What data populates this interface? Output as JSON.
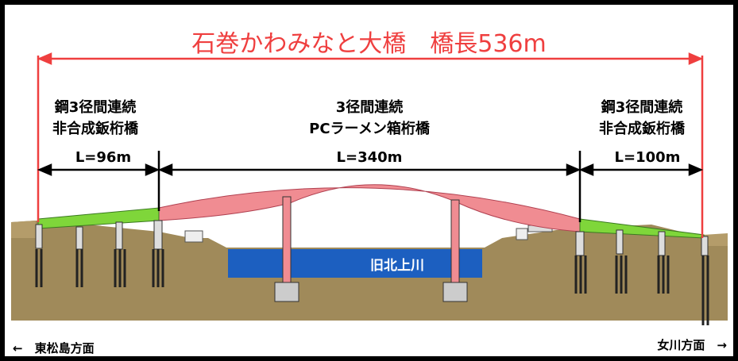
{
  "title": "石巻かわみなと大橋　橋長536m",
  "sections": {
    "left": {
      "line1": "鋼3径間連続",
      "line2": "非合成鈑桁橋",
      "length": "L=96m"
    },
    "middle": {
      "line1": "3径間連続",
      "line2": "PCラーメン箱桁橋",
      "length": "L=340m"
    },
    "right": {
      "line1": "鋼3径間連続",
      "line2": "非合成鈑桁橋",
      "length": "L=100m"
    }
  },
  "river": "旧北上川",
  "directions": {
    "left": "←　東松島方面",
    "right": "女川方面　→"
  },
  "colors": {
    "title": "#ef3f3f",
    "steel_girder": "#7fd63a",
    "pc_box_girder": "#f08c92",
    "river": "#1c5fc0",
    "ground": "#a08a5a"
  }
}
